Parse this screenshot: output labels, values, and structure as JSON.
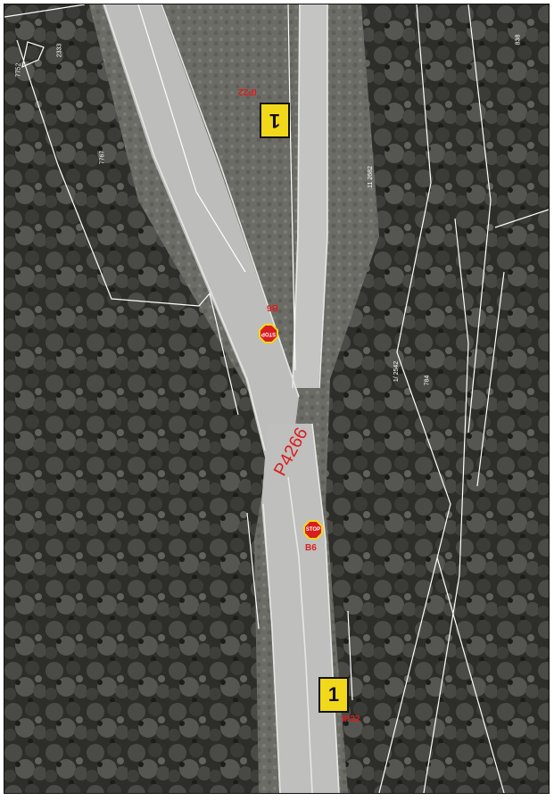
{
  "map": {
    "road_label": "P4266",
    "signs": {
      "top": {
        "number": "1",
        "code": "IP22"
      },
      "bottom": {
        "number": "1",
        "code": "IP22"
      }
    },
    "stops": {
      "upper": {
        "glyph": "STOP",
        "code": "B6"
      },
      "lower": {
        "glyph": "STOP",
        "code": "B6"
      }
    },
    "parcel_labels": {
      "top_left": "7752",
      "top_left_b": "2333",
      "left_mid": "7767",
      "right_top": "838",
      "center": "11 2682",
      "right_mid": "1/ 2542",
      "right_mid_b": "784"
    },
    "colors": {
      "vegetation": "#2f302c",
      "road": "#bdbdbb",
      "sign_fill": "#f2d81a",
      "label_red": "#d81e1e",
      "line_white": "#ffffff"
    }
  }
}
